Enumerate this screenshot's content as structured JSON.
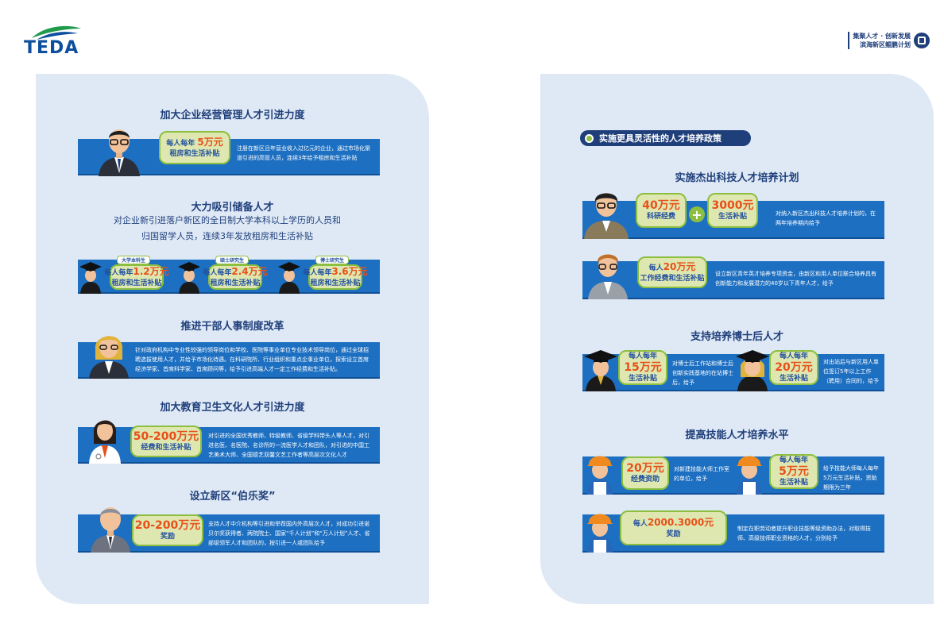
{
  "logo": {
    "text": "TEDA",
    "icon": "leaf-icon"
  },
  "brand": {
    "line1": "集聚人才 · 创新发展",
    "line2": "滨海新区鲲鹏计划"
  },
  "left": {
    "s1": {
      "title": "加大企业经营管理人才引进力度",
      "pill_a": "每人每年",
      "pill_b": "5万元",
      "pill_sub": "租房和生活补贴",
      "desc": "注册在新区且年营业收入过亿元的企业，通过市场化渠道引进的高管人员，连续3年给予租房和生活补贴"
    },
    "s2": {
      "title": "大力吸引储备人才",
      "para": "对企业新引进落户新区的全日制大学本科以上学历的人员和归国留学人员，连续3年发放租房和生活补贴",
      "items": [
        {
          "tag": "大学本科生",
          "a": "每人每年",
          "b": "1.2万元",
          "sub": "租房和生活补贴"
        },
        {
          "tag": "硕士研究生",
          "a": "每人每年",
          "b": "2.4万元",
          "sub": "租房和生活补贴"
        },
        {
          "tag": "博士研究生",
          "a": "每人每年",
          "b": "3.6万元",
          "sub": "租房和生活补贴"
        }
      ]
    },
    "s3": {
      "title": "推进干部人事制度改革",
      "desc": "针对政府机构中专业性较强的领导岗位和学校、医院等事业单位专业技术领导岗位，通过全球招聘选拔使用人才，并给予市场化待遇。在科研院所、行业组织和重点企事业单位，探索设立首席经济学家、首席科学家、首席顾问等，给予引进高端人才一定工作经费和生活补贴。"
    },
    "s4": {
      "title": "加大教育卫生文化人才引进力度",
      "pill_big": "50-200万元",
      "pill_sub": "经费和生活补贴",
      "desc": "对引进的全国优秀教师、特级教师、省级学科带头人等人才，对引进名医、名医院、名诊所的一流医学人才和团队，对引进的中国工艺美术大师、全国德艺双馨文艺工作者等高层次文化人才"
    },
    "s5": {
      "title": "设立新区“伯乐奖”",
      "pill_big": "20-200万元",
      "pill_sub": "奖励",
      "desc": "支持人才中介机构等引进和举荐国内外高层次人才，对成功引进诺贝尔奖获得者、两院院士、国家“千人计划”和“万人计划”人才、省部级领军人才和团队的，按引进一人或团队给予"
    }
  },
  "right": {
    "section": "实施更具灵活性的人才培养政策",
    "r1": {
      "title": "实施杰出科技人才培养计划",
      "pill1_big": "40万元",
      "pill1_sub": "科研经费",
      "pill2_big": "3000元",
      "pill2_sub": "生活补贴",
      "desc": "对纳入新区杰出科技人才培养计划的，在两年培养期内给予"
    },
    "r2": {
      "pill_a": "每人",
      "pill_b": "20万元",
      "pill_sub": "工作经费和生活补贴",
      "desc": "设立新区青年英才培养专项资金，由新区和用人单位联合培养具有创新能力和发展潜力的40岁以下青年人才，给予"
    },
    "r3": {
      "title": "支持培养博士后人才",
      "pill1_a": "每人每年",
      "pill1_big": "15万元",
      "pill1_sub": "生活补贴",
      "desc1": "对博士后工作站和博士后创新实践基地的在站博士后，给予",
      "pill2_a": "每人每年",
      "pill2_big": "20万元",
      "pill2_sub": "生活补贴",
      "desc2": "对出站后与新区用人单位签订5年以上工作（聘用）合同的，给予"
    },
    "r4": {
      "title": "提高技能人才培养水平",
      "pill1_big": "20万元",
      "pill1_sub": "经费资助",
      "desc1": "对新建技能大师工作室的单位，给予",
      "pill2_a": "每人每年",
      "pill2_big": "5万元",
      "pill2_sub": "生活补贴",
      "desc2": "给予技能大师每人每年5万元生活补贴，资助期限为三年"
    },
    "r5": {
      "pill_a": "每人",
      "pill_b": "2000.3000元",
      "pill_sub": "奖励",
      "desc": "制定在职劳动者提升职业技能等级资助办法，对取得技师、高级技师职业资格的人才，分别给予"
    }
  },
  "colors": {
    "band": "#1d6fc1",
    "panel": "#dfe9f6",
    "accent": "#e8501a",
    "pill": "#dfe7b0",
    "green": "#8cbf3f",
    "navy": "#1f3f7a"
  }
}
